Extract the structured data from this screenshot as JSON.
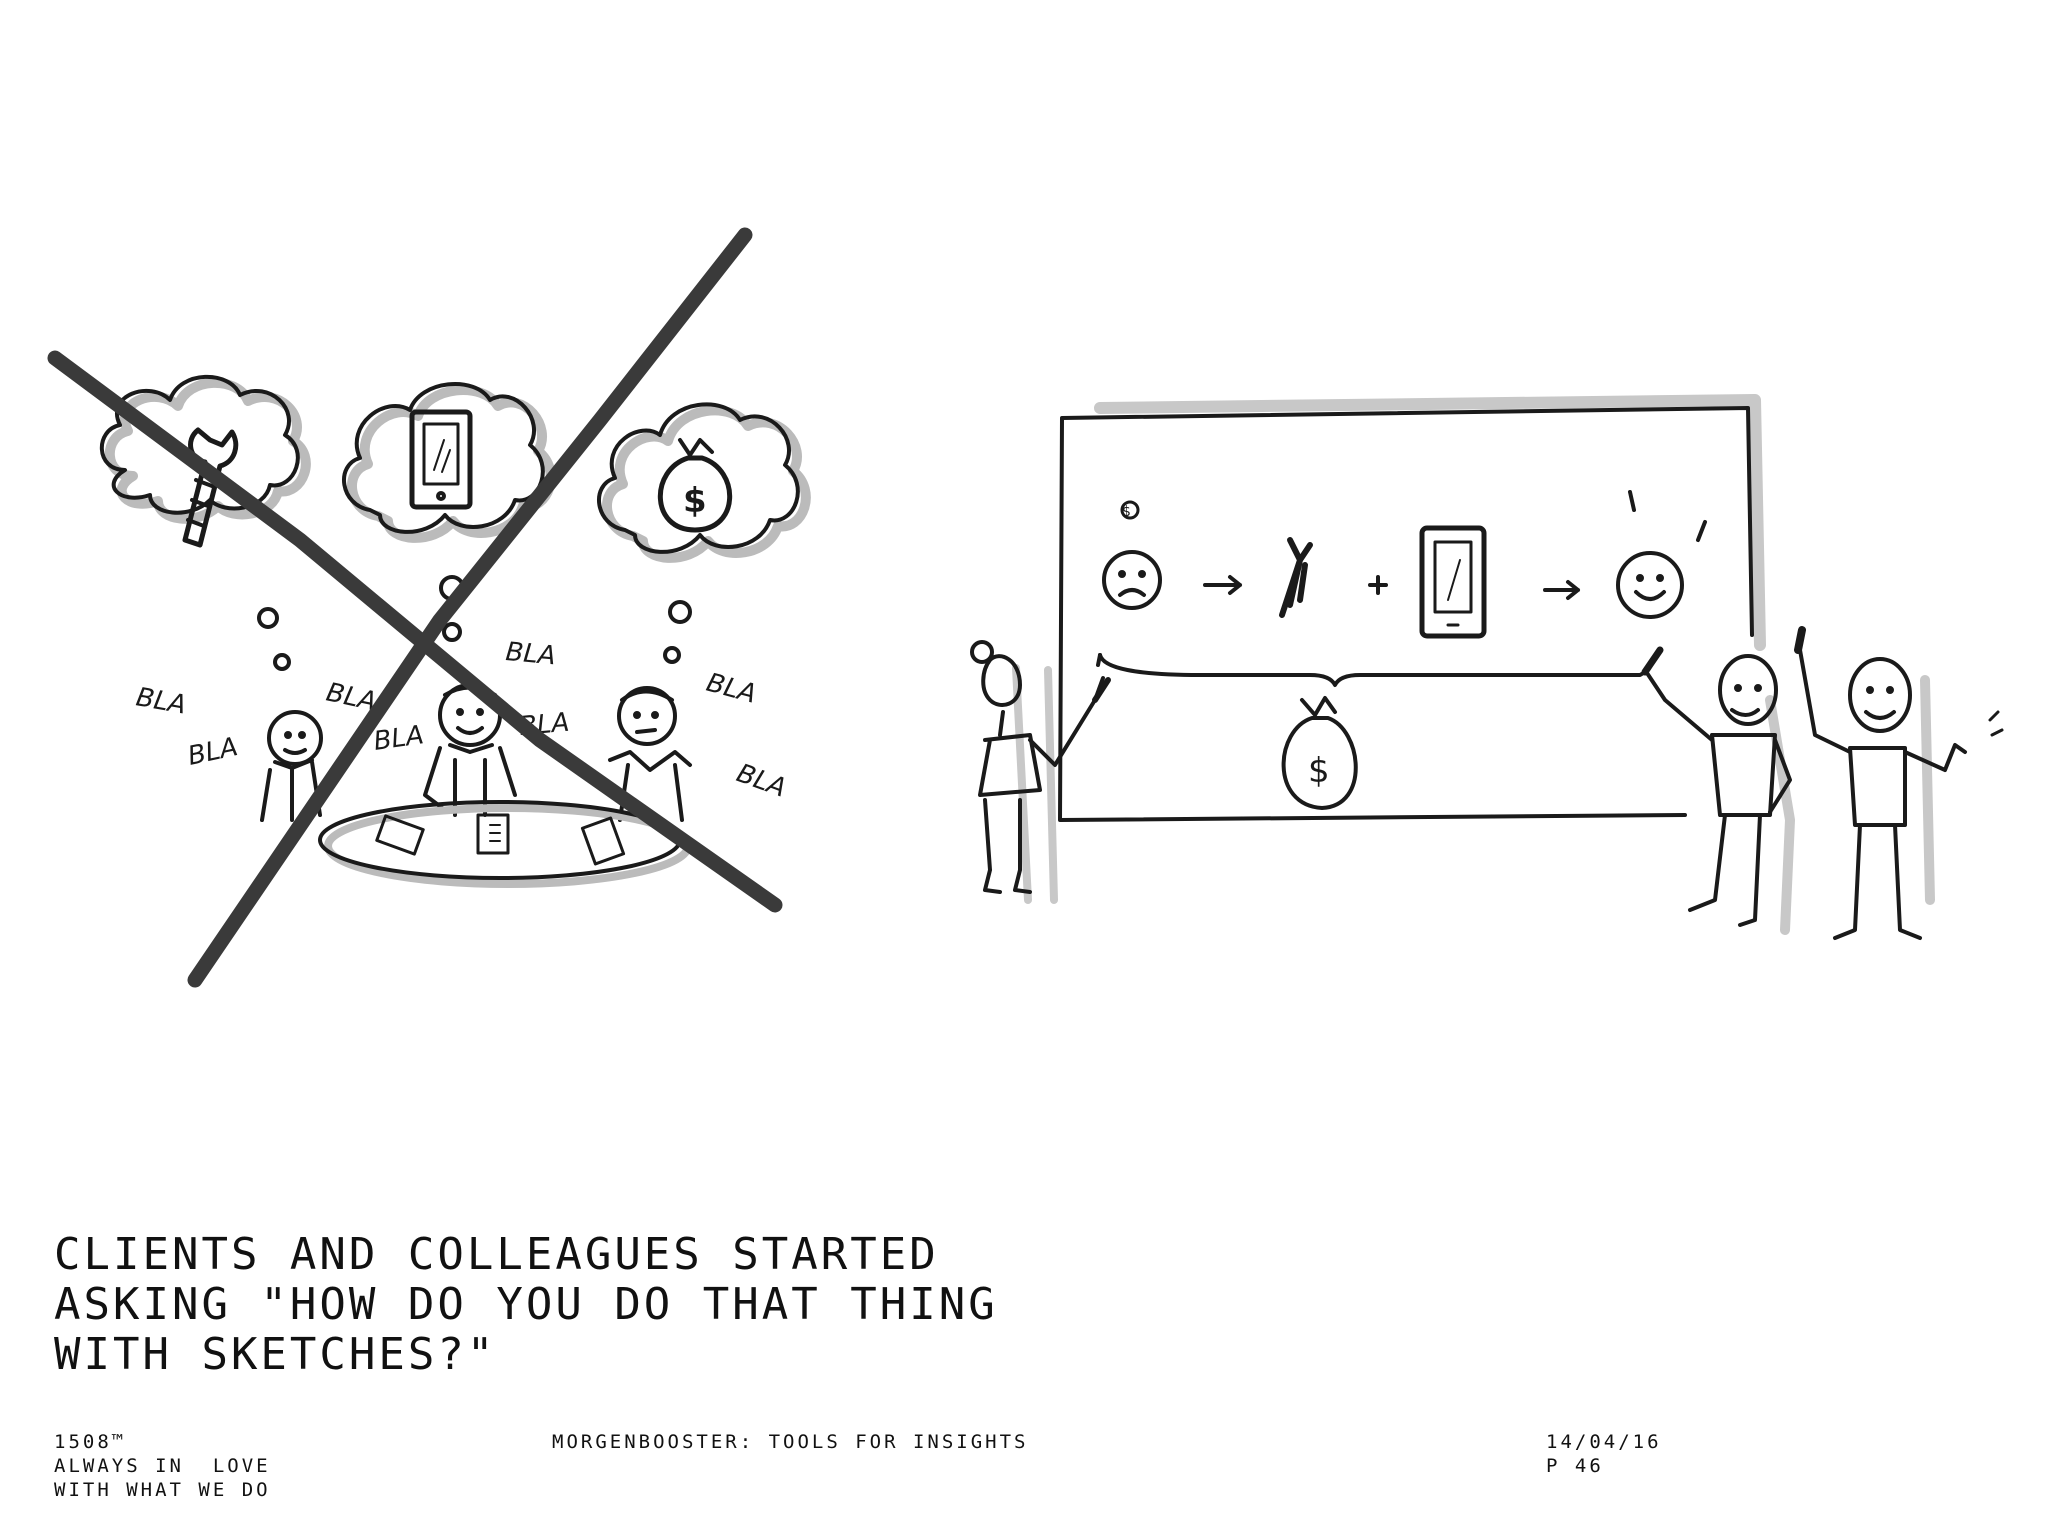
{
  "illustration": {
    "left_scene_words": [
      "BLA",
      "BLA",
      "BLA",
      "BLA",
      "BLA",
      "BLA",
      "BLA",
      "BLA"
    ]
  },
  "headline": {
    "lines": [
      "CLIENTS AND COLLEAGUES STARTED",
      "ASKING \"HOW DO YOU DO THAT THING",
      "WITH SKETCHES?\""
    ]
  },
  "footer": {
    "brand": "1508™",
    "tagline_line1": "ALWAYS IN  LOVE",
    "tagline_line2": "WITH WHAT WE DO",
    "event": "MORGENBOOSTER: TOOLS FOR INSIGHTS",
    "date": "14/04/16",
    "page": "P 46"
  }
}
